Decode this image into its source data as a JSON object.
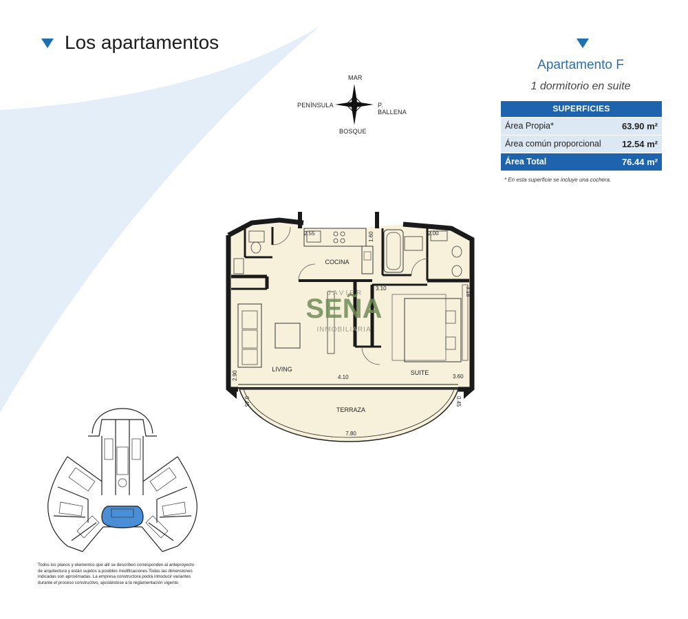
{
  "page": {
    "title": "Los apartamentos"
  },
  "apartment": {
    "title": "Apartamento F",
    "subtitle": "1 dormitorio en suite"
  },
  "surfaces": {
    "header": "SUPERFICIES",
    "rows": [
      {
        "label": "Área Propia*",
        "value": "63.90 m²"
      },
      {
        "label": "Área común proporcional",
        "value": "12.54 m²"
      },
      {
        "label": "Área Total",
        "value": "76.44 m²"
      }
    ],
    "note": "* En esta superficie se incluye una cochera."
  },
  "compass": {
    "north": "MAR",
    "west": "PENÍNSULA",
    "east": "P. BALLENA",
    "south": "BOSQUE"
  },
  "floorplan": {
    "rooms": {
      "cocina": "COCINA",
      "living": "LIVING",
      "suite": "SUITE",
      "terraza": "TERRAZA"
    },
    "dimensions": {
      "d1": "2.55",
      "d2": "1.60",
      "d3": "2.00",
      "d4": "3.10",
      "d5": "3.18",
      "d6": "2.90",
      "d7": "4.10",
      "d8": "3.60",
      "d9": "0.45",
      "d10": "0.45",
      "d11": "7.80"
    }
  },
  "watermark": {
    "top": "JAVIER",
    "main": "SEÑA",
    "bottom": "INMOBILIARIA"
  },
  "disclaimer": {
    "lines": [
      "Todos los planos y elementos que allí se describen corresponden al anteproyecto",
      "de arquitectura y están sujetos a posibles modificaciones.Todas las dimensiones",
      "indicadas son aproximadas. La empresa constructora podrá introducir variantes",
      "durante el proceso constructivo, ajustándose a la reglamentación vigente."
    ]
  },
  "colors": {
    "accent_blue": "#1d63ad",
    "light_blue_row": "#dce8f4",
    "swoosh": "#e4eef8",
    "plan_floor": "#f7f1dc",
    "wall": "#1a1a1a",
    "highlight_unit": "#4a8fd6"
  }
}
